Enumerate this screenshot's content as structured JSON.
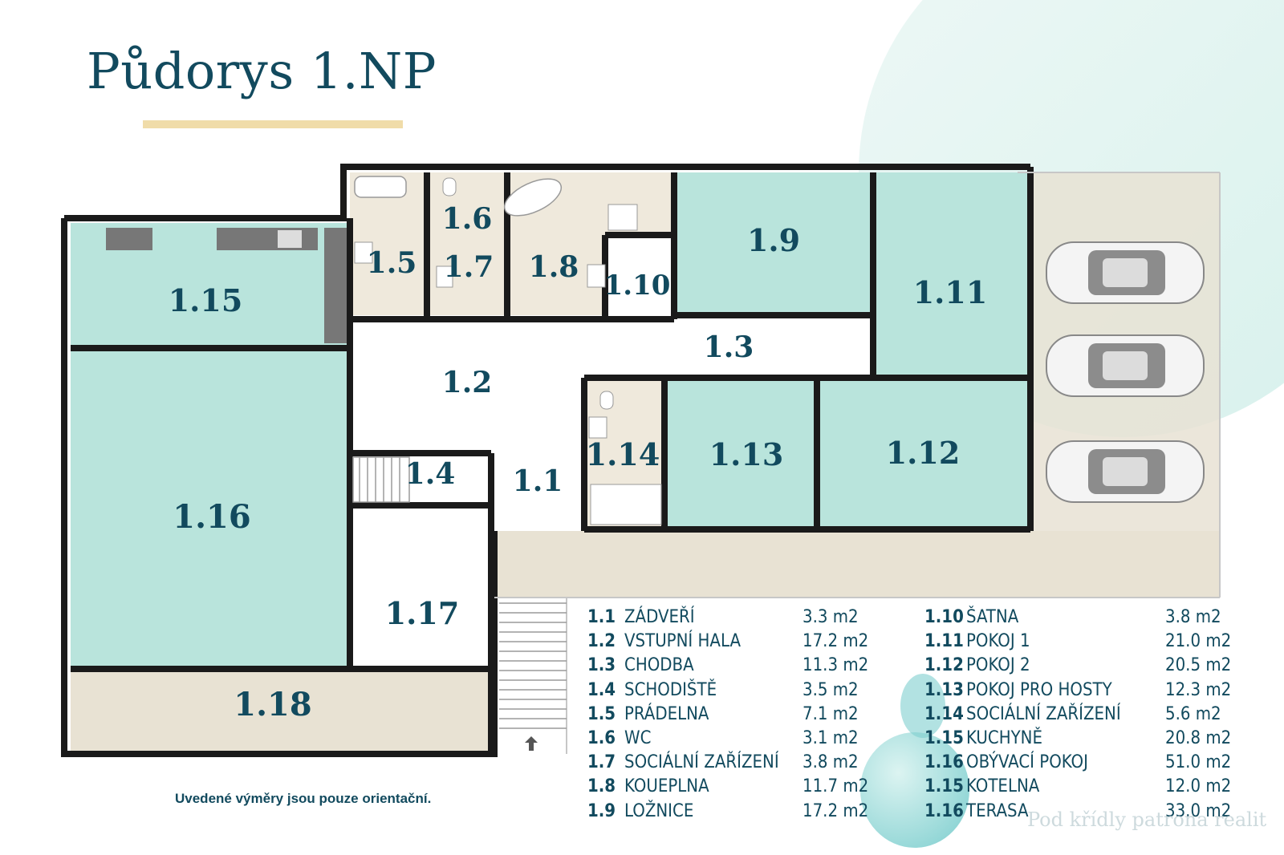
{
  "title": "Půdorys 1.NP",
  "note": "Uvedené výměry jsou pouze orientační.",
  "watermark": "Pod křídly patrona realit",
  "colors": {
    "accent": "#124a5e",
    "underline": "#f0dca9",
    "room_teal": "#b9e4dc",
    "room_beige": "#efe9dc",
    "terrace": "#e8e2d3",
    "wall": "#1a1a1a"
  },
  "icons": [
    "car-icon",
    "bathtub-icon",
    "toilet-icon",
    "sink-icon",
    "shower-icon",
    "stove-icon",
    "stairs-icon",
    "entrance-arrow-icon"
  ],
  "rooms": {
    "r1_1": "1.1",
    "r1_2": "1.2",
    "r1_3": "1.3",
    "r1_4": "1.4",
    "r1_5": "1.5",
    "r1_6": "1.6",
    "r1_7": "1.7",
    "r1_8": "1.8",
    "r1_9": "1.9",
    "r1_10": "1.10",
    "r1_11": "1.11",
    "r1_12": "1.12",
    "r1_13": "1.13",
    "r1_14": "1.14",
    "r1_15": "1.15",
    "r1_16": "1.16",
    "r1_17": "1.17",
    "r1_18": "1.18"
  },
  "legend": {
    "left": [
      {
        "no": "1.1",
        "name": "ZÁDVEŘÍ",
        "area": "3.3 m2"
      },
      {
        "no": "1.2",
        "name": "VSTUPNÍ HALA",
        "area": "17.2 m2"
      },
      {
        "no": "1.3",
        "name": "CHODBA",
        "area": "11.3 m2"
      },
      {
        "no": "1.4",
        "name": "SCHODIŠTĚ",
        "area": "3.5 m2"
      },
      {
        "no": "1.5",
        "name": "PRÁDELNA",
        "area": "7.1 m2"
      },
      {
        "no": "1.6",
        "name": "WC",
        "area": "3.1 m2"
      },
      {
        "no": "1.7",
        "name": "SOCIÁLNÍ ZAŘÍZENÍ",
        "area": "3.8 m2"
      },
      {
        "no": "1.8",
        "name": "KOUEPLNA",
        "area": "11.7 m2"
      },
      {
        "no": "1.9",
        "name": "LOŽNICE",
        "area": "17.2 m2"
      }
    ],
    "right": [
      {
        "no": "1.10",
        "name": "ŠATNA",
        "area": "3.8 m2"
      },
      {
        "no": "1.11",
        "name": "POKOJ 1",
        "area": "21.0 m2"
      },
      {
        "no": "1.12",
        "name": "POKOJ 2",
        "area": "20.5 m2"
      },
      {
        "no": "1.13",
        "name": "POKOJ PRO HOSTY",
        "area": "12.3 m2"
      },
      {
        "no": "1.14",
        "name": "SOCIÁLNÍ ZAŘÍZENÍ",
        "area": "5.6 m2"
      },
      {
        "no": "1.15",
        "name": "KUCHYNĚ",
        "area": "20.8 m2"
      },
      {
        "no": "1.16",
        "name": "OBÝVACÍ POKOJ",
        "area": "51.0 m2"
      },
      {
        "no": "1.15",
        "name": "KOTELNA",
        "area": "12.0 m2"
      },
      {
        "no": "1.16",
        "name": "TERASA",
        "area": "33.0 m2"
      }
    ]
  }
}
